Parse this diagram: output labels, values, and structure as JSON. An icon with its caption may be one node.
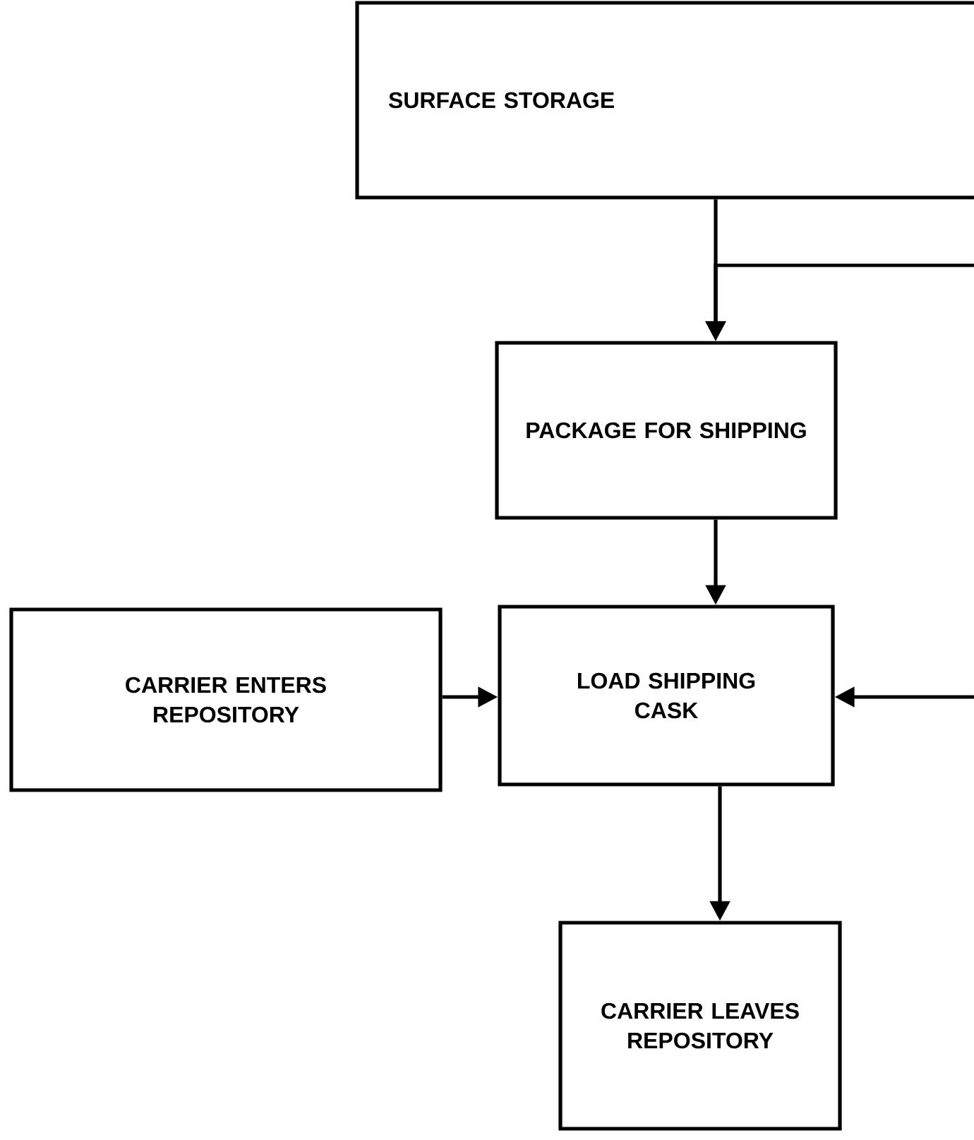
{
  "diagram": {
    "nodes": [
      {
        "text": [
          "SURFACE STORAGE"
        ]
      },
      {
        "text": [
          "PACKAGE FOR SHIPPING"
        ]
      },
      {
        "text": [
          "LOAD SHIPPING CASK"
        ]
      },
      {
        "text": [
          "CARRIER ENTERS REPOSITORY"
        ]
      },
      {
        "text": [
          "CARRIER LEAVES REPOSITORY"
        ]
      }
    ],
    "edges": [
      {
        "from": 0,
        "to": 1,
        "arrow": "to"
      },
      {
        "from": null,
        "to": 1,
        "arrow": "to"
      },
      {
        "from": 1,
        "to": 2,
        "arrow": "to"
      },
      {
        "from": 3,
        "to": 2,
        "arrow": "to"
      },
      {
        "from": null,
        "to": 2,
        "arrow": "to"
      },
      {
        "from": 2,
        "to": 4,
        "arrow": "to"
      }
    ]
  }
}
